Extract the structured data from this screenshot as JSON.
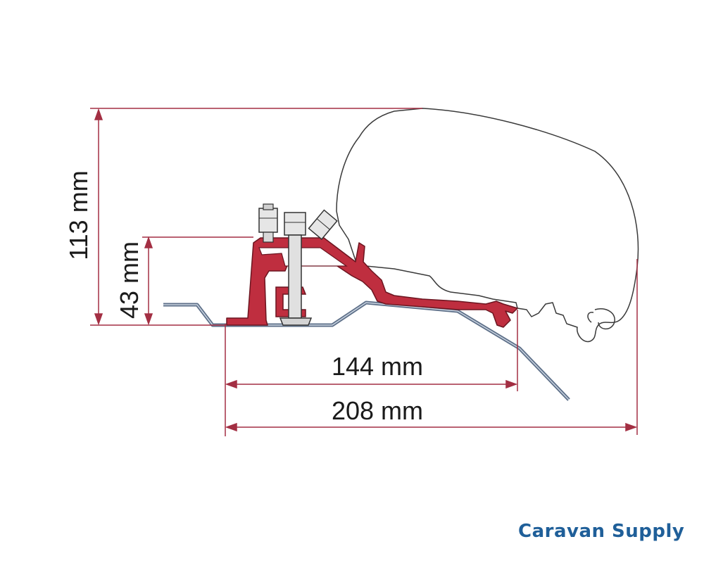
{
  "dimensions": {
    "total_height": "113 mm",
    "mount_height": "43 mm",
    "inner_width": "144 mm",
    "total_width": "208 mm"
  },
  "brand": {
    "name": "Caravan Supply"
  },
  "colors": {
    "dimension_line": "#a32f43",
    "bracket": "#bf2e3f",
    "roof_panel": "#5d6f88",
    "outline": "#3a3a3a",
    "brand": "#1f5f99"
  }
}
